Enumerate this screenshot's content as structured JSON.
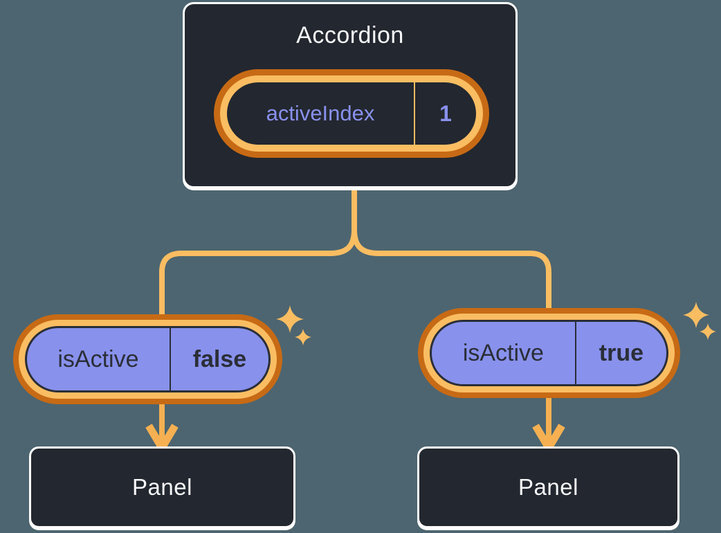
{
  "colors": {
    "bg": "#4D6570",
    "dark": "#23272F",
    "white-text": "#F6F7F9",
    "purple": "#8891EC",
    "dark-text": "#2A2E37",
    "orange-dark": "#C76A15",
    "orange-light": "#FABD62",
    "connector": "#FABD62",
    "arrow": "#F6B052"
  },
  "accordion": {
    "title": "Accordion",
    "state_pill": {
      "label": "activeIndex",
      "value": "1"
    }
  },
  "children": [
    {
      "prop_pill": {
        "label": "isActive",
        "value": "false"
      },
      "panel_title": "Panel"
    },
    {
      "prop_pill": {
        "label": "isActive",
        "value": "true"
      },
      "panel_title": "Panel"
    }
  ]
}
